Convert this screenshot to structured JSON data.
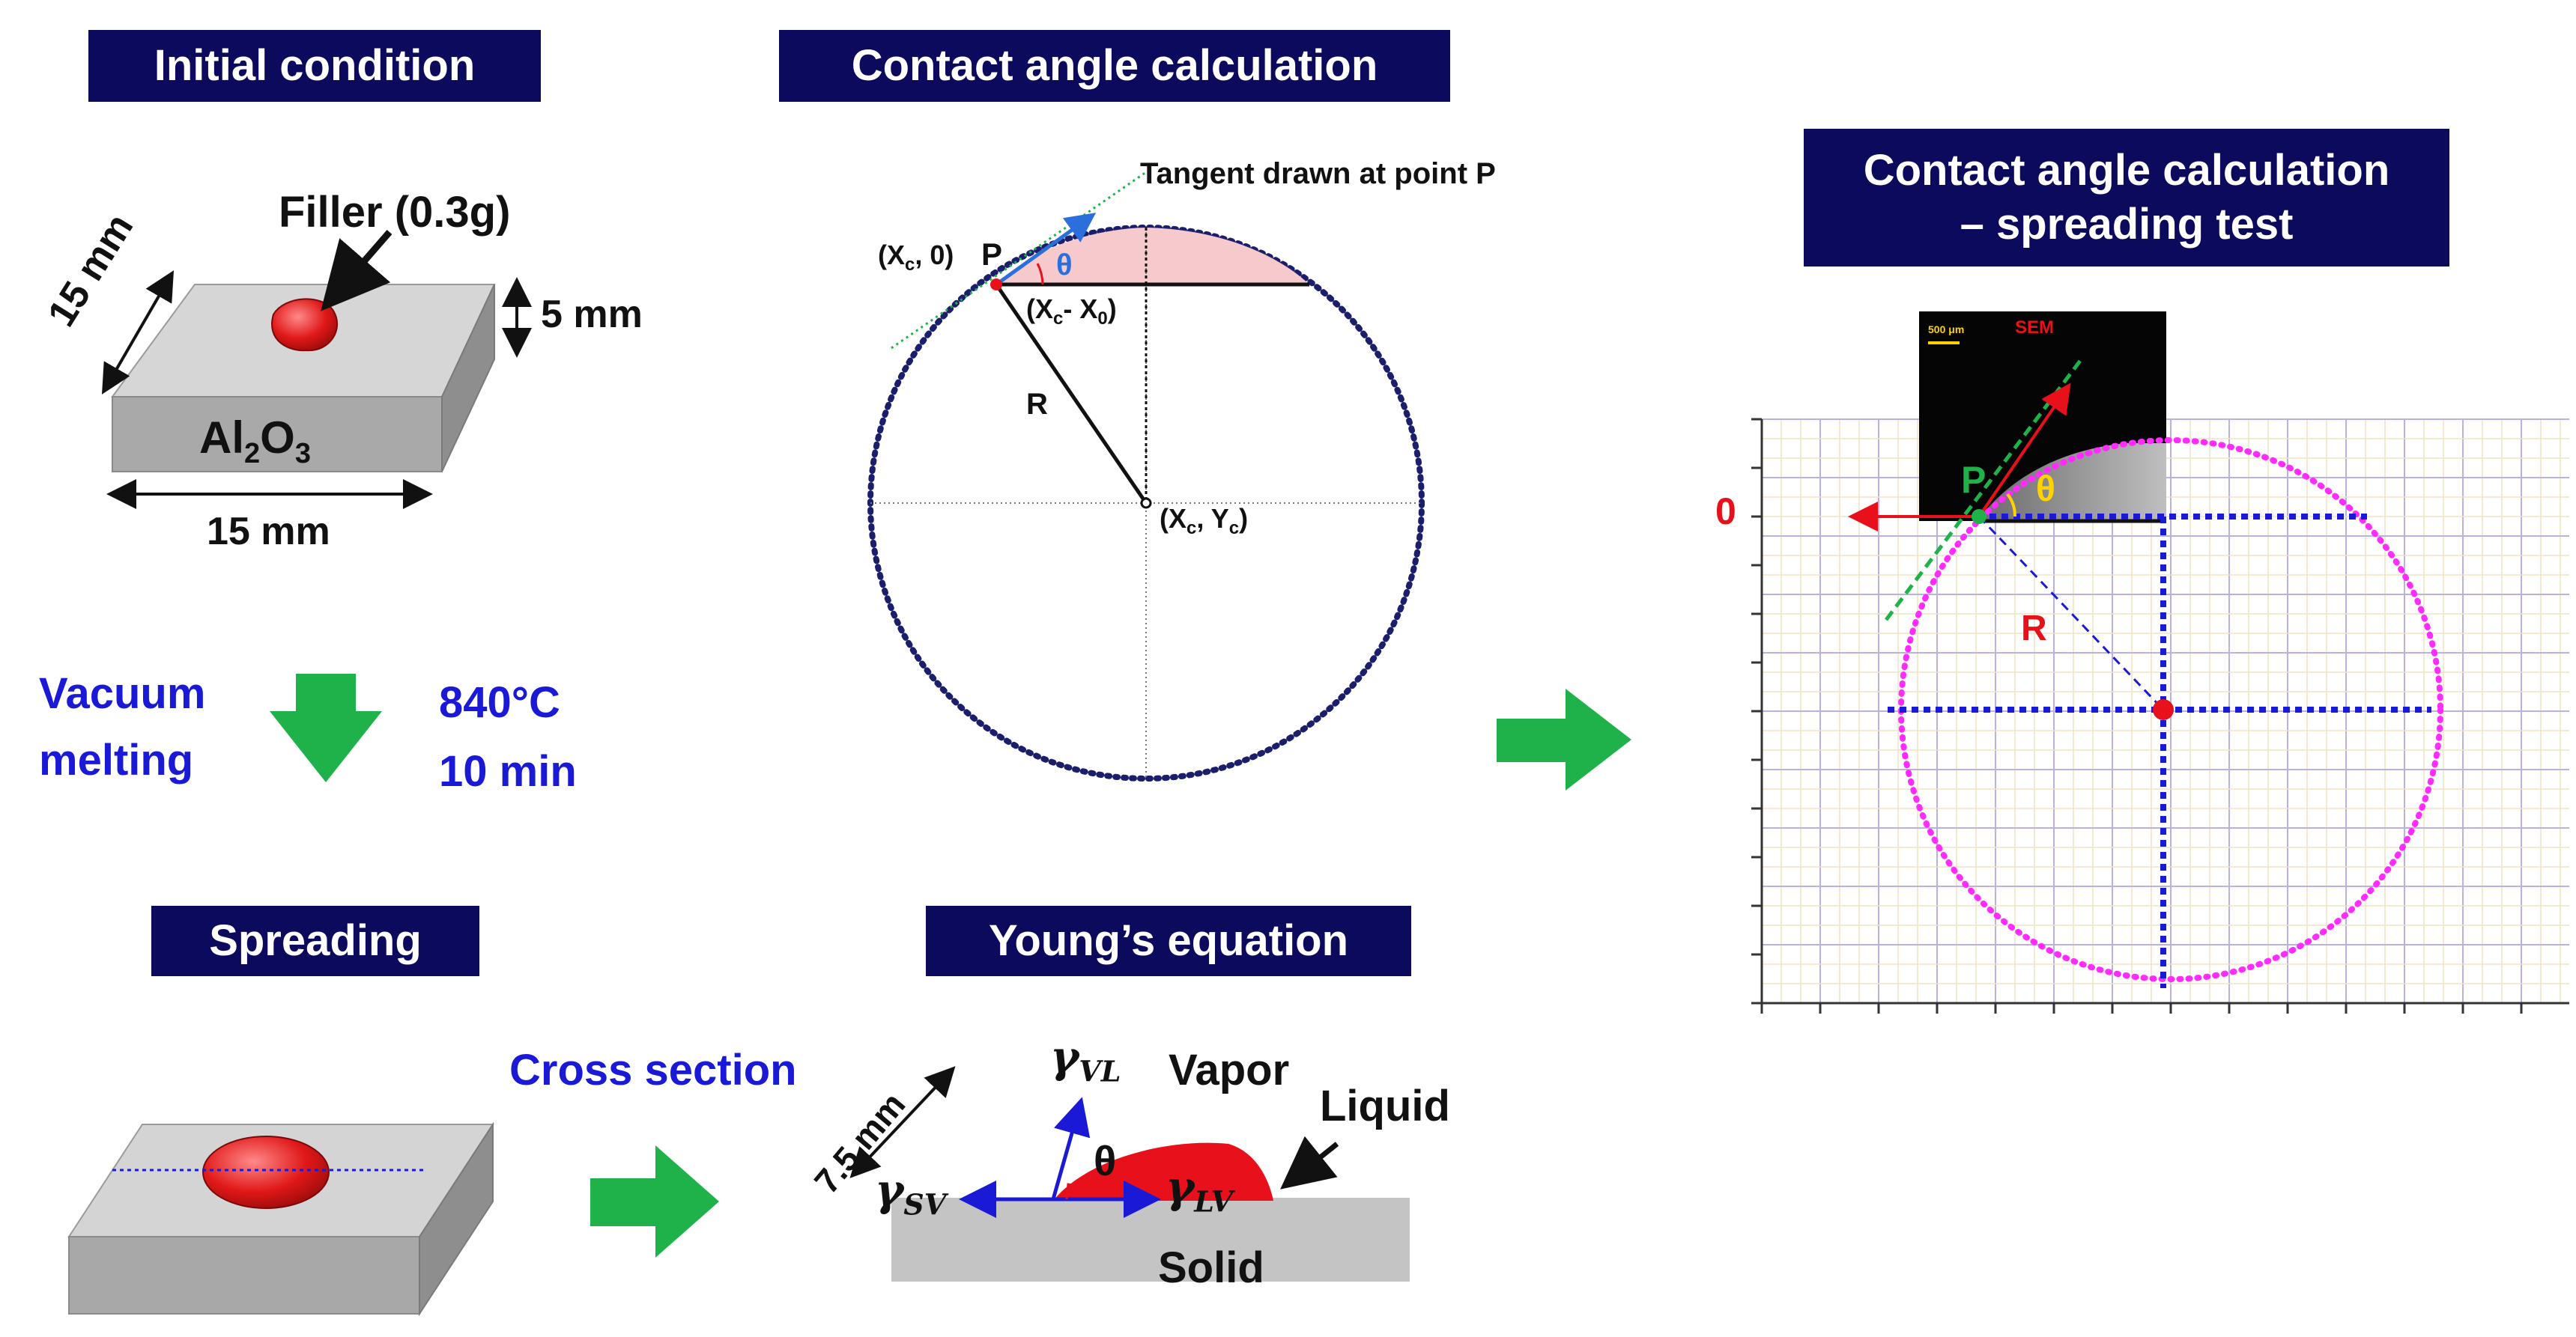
{
  "titles": {
    "initial": "Initial condition",
    "contact_angle": "Contact angle calculation",
    "spreading_test_line1": "Contact angle calculation",
    "spreading_test_line2": "– spreading test",
    "spreading": "Spreading",
    "young": "Young’s equation"
  },
  "initial": {
    "filler": "Filler (0.3g)",
    "thickness": "5 mm",
    "depth": "15 mm",
    "width": "15 mm",
    "substrate_main": "Al",
    "substrate_sub1": "2",
    "substrate_mid": "O",
    "substrate_sub2": "3"
  },
  "process": {
    "method_line1": "Vacuum",
    "method_line2": "melting",
    "temperature": "840°C",
    "time": "10 min"
  },
  "construction": {
    "tangent_label": "Tangent drawn at point P",
    "point_p_coord": "(X",
    "point_p_coord_sub": "c",
    "point_p_coord_end": ", 0)",
    "point_label": "P",
    "theta": "θ",
    "chord_label": "(X",
    "chord_sub1": "c",
    "chord_mid": "- X",
    "chord_sub2": "0",
    "chord_end": ")",
    "radius": "R",
    "center_label": "(X",
    "center_sub1": "c",
    "center_mid": ", Y",
    "center_sub2": "c",
    "center_end": ")"
  },
  "spreading_test": {
    "scale_bar": "500 μm",
    "sem_label": "SEM",
    "zero_label": "0",
    "point_label": "P",
    "theta": "θ",
    "radius": "R"
  },
  "bottom": {
    "cross_section": "Cross section",
    "dimension": "7.5 mm",
    "gamma": "γ",
    "vl_sub": "VL",
    "sv_sub": "SV",
    "lv_sub": "LV",
    "vapor": "Vapor",
    "liquid": "Liquid",
    "solid": "Solid",
    "theta": "θ"
  },
  "colors": {
    "title_bg": "#0b0a5c",
    "arrow_green": "#1fb24a",
    "accent_blue": "#1a1ad6",
    "droplet_red": "#e8101a",
    "circle_navy": "#1b1f6b",
    "circle_magenta": "#ff2bff",
    "substrate_gray": "#bdbdbd"
  }
}
